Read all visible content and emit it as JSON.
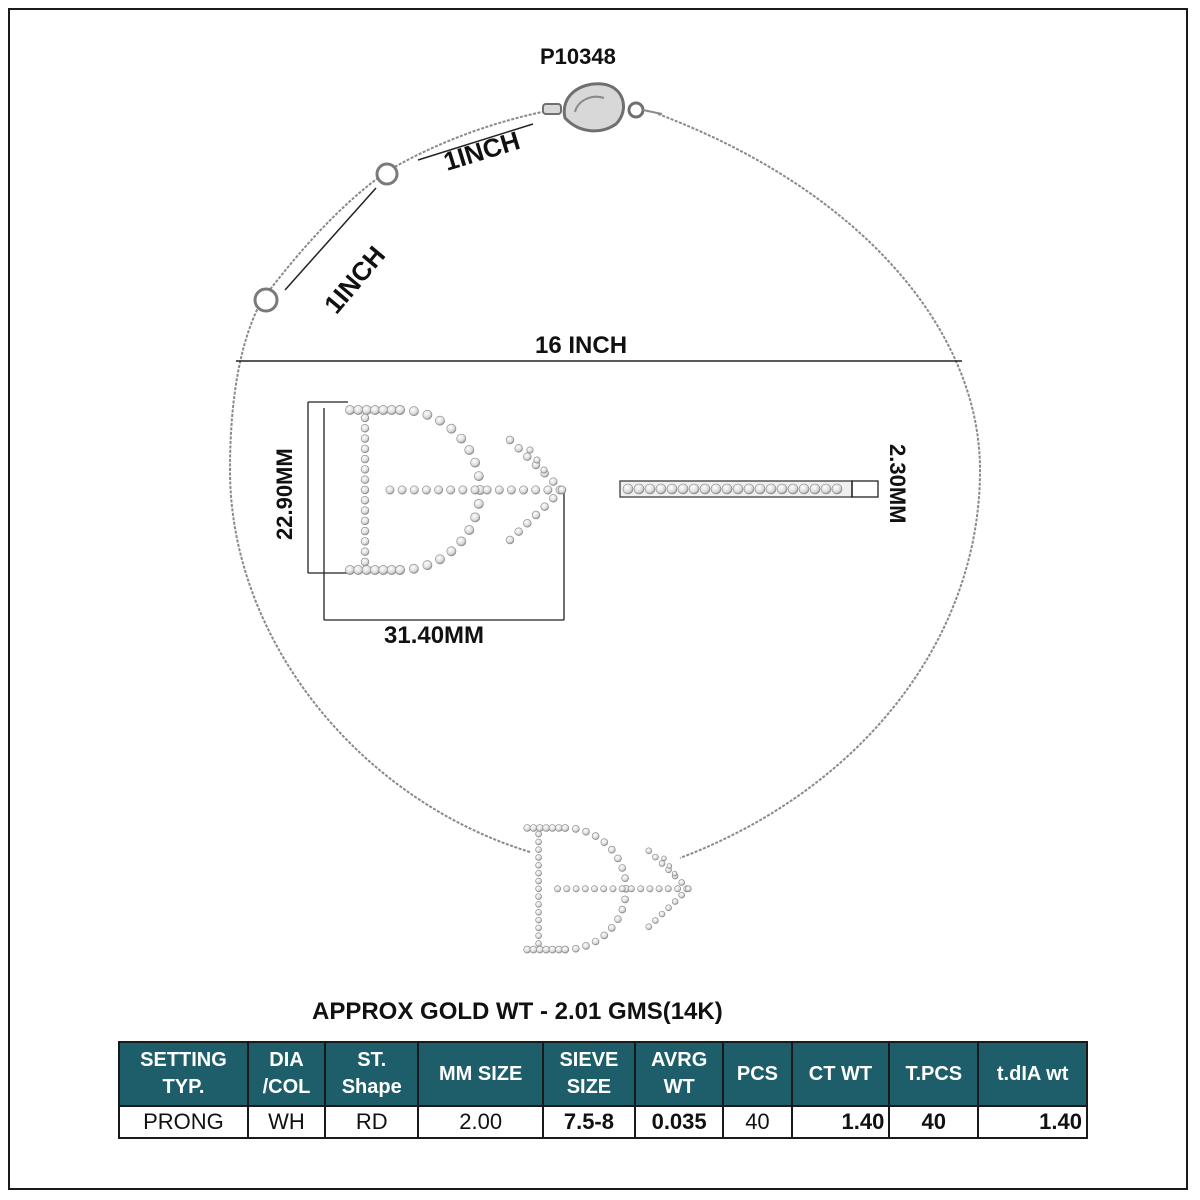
{
  "header": {
    "product_code": "P10348",
    "extender_label_1": "1INCH",
    "extender_label_2": "1INCH",
    "necklace_length": "16 INCH",
    "pendant_height": "22.90MM",
    "pendant_width": "31.40MM",
    "pendant_thickness": "2.30MM",
    "gold_weight": "APPROX GOLD WT - 2.01 GMS(14K)"
  },
  "colors": {
    "table_header_bg": "#1e5e6a",
    "metal": "#8a8a8a"
  },
  "table": {
    "headers": [
      [
        "SETTING",
        "TYP."
      ],
      [
        "DIA",
        "/COL"
      ],
      [
        "ST.",
        "Shape"
      ],
      [
        "MM SIZE"
      ],
      [
        "SIEVE",
        "SIZE"
      ],
      [
        "AVRG",
        "WT"
      ],
      [
        "PCS"
      ],
      [
        "CT WT"
      ],
      [
        "T.PCS"
      ],
      [
        "t.dIA wt"
      ]
    ],
    "row": [
      "PRONG",
      "WH",
      "RD",
      "2.00",
      "7.5-8",
      "0.035",
      "40",
      "1.40",
      "40",
      "1.40"
    ]
  }
}
